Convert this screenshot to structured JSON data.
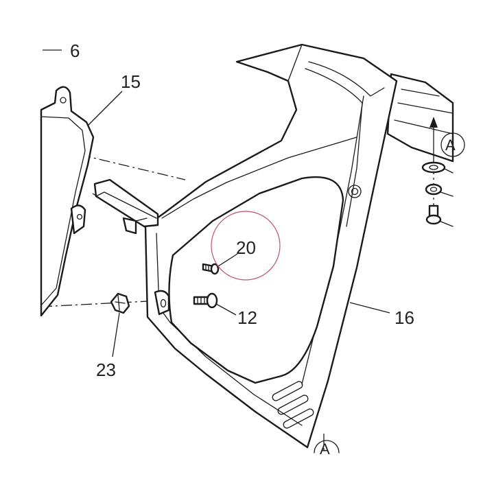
{
  "labels": {
    "p6": "6",
    "p15": "15",
    "p16": "16",
    "p20": "20",
    "p12": "12",
    "p23": "23"
  },
  "callouts": {
    "detail_a_top": "A",
    "detail_a_bottom": "A"
  },
  "colors": {
    "line": "#1a1a1a",
    "text": "#222222",
    "highlight": "#c0506a"
  }
}
